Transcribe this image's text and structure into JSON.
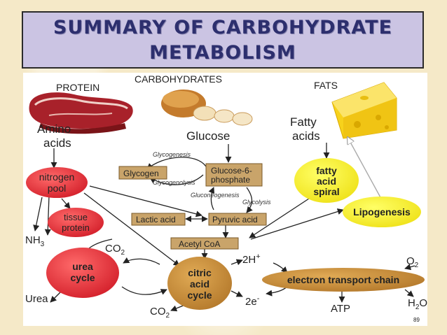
{
  "slide": {
    "title_line1": "Summary of Carbohydrate",
    "title_line2": "Metabolism",
    "page_number": "89"
  },
  "diagram": {
    "sources": {
      "protein": "PROTEIN",
      "carbohydrates": "CARBOHYDRATES",
      "fats": "FATS"
    },
    "amino_acids": [
      "Amino",
      "acids"
    ],
    "glucose": "Glucose",
    "fatty_acids": [
      "Fatty",
      "acids"
    ],
    "glycogenesis": "Glycogenesis",
    "glycogenolysis": "Glycogenolysis",
    "glycogen": "Glycogen",
    "glucose6p": [
      "Glucose-6-",
      "phosphate"
    ],
    "gluconeogenesis": "Gluconeogenesis",
    "glycolysis": "Glycolysis",
    "lactic_acid": "Lactic acid",
    "pyruvic_acid": "Pyruvic acid",
    "acetyl_coa": "Acetyl CoA",
    "nitrogen_pool": [
      "nitrogen",
      "pool"
    ],
    "tissue_protein": [
      "tissue",
      "protein"
    ],
    "fatty_acid_spiral": [
      "fatty",
      "acid",
      "spiral"
    ],
    "lipogenesis": "Lipogenesis",
    "nh3": {
      "base": "NH",
      "sub": "3"
    },
    "co2_top": {
      "base": "CO",
      "sub": "2"
    },
    "urea_cycle": [
      "urea",
      "cycle"
    ],
    "urea": "Urea",
    "citric_acid_cycle": [
      "citric",
      "acid",
      "cycle"
    ],
    "h_plus": {
      "base": "2H",
      "sup": "+"
    },
    "e_minus": {
      "base": "2e",
      "sup": "-"
    },
    "co2_bottom": {
      "base": "CO",
      "sub": "2"
    },
    "o2": {
      "base": "O",
      "sub": "2"
    },
    "electron_transport_chain": "electron transport chain",
    "atp": "ATP",
    "h2o": {
      "base": "H",
      "sub": "2",
      "end": "O"
    }
  },
  "colors": {
    "title_bg": "#cbc4e3",
    "title_text": "#2d2f6e",
    "red_node": "#e0313a",
    "brown_node": "#c08a3e",
    "yellow_node": "#f4ec1a",
    "box_node": "#c9a46a"
  }
}
